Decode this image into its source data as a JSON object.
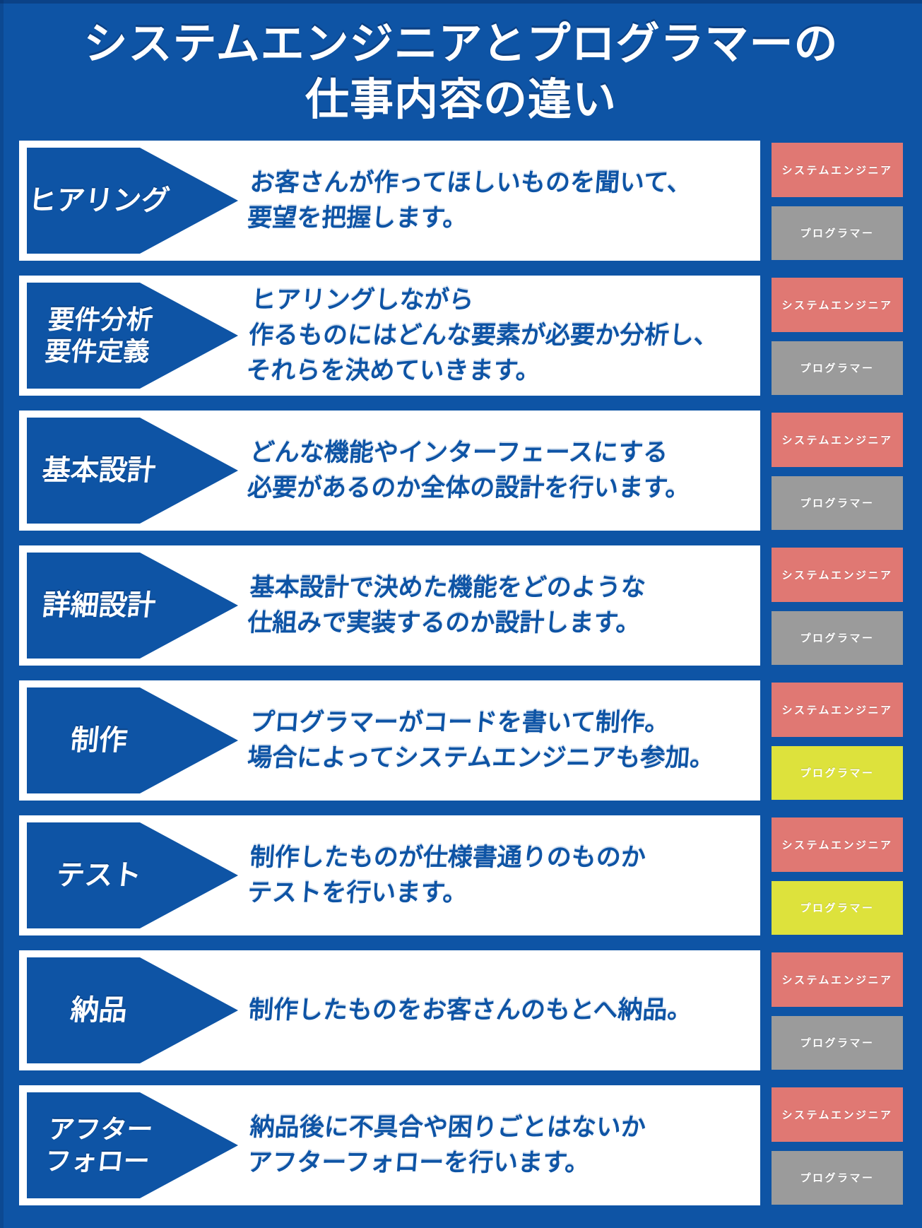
{
  "page": {
    "title_line1": "システムエンジニアとプログラマーの",
    "title_line2": "仕事内容の違い"
  },
  "colors": {
    "primary_blue": "#0e54a5",
    "card_white": "#ffffff",
    "se_active": "#e07873",
    "pg_active": "#dde23c",
    "inactive": "#9b9b9b"
  },
  "roles": {
    "se": "システムエンジニア",
    "pg": "プログラマー"
  },
  "rows": [
    {
      "stage_lines": [
        "ヒアリング"
      ],
      "description": [
        "お客さんが作ってほしいものを聞いて、",
        "要望を把握します。"
      ],
      "se_active": true,
      "pg_active": false
    },
    {
      "stage_lines": [
        "要件分析",
        "要件定義"
      ],
      "description": [
        "ヒアリングしながら",
        "作るものにはどんな要素が必要か分析し、",
        "それらを決めていきます。"
      ],
      "se_active": true,
      "pg_active": false
    },
    {
      "stage_lines": [
        "基本設計"
      ],
      "description": [
        "どんな機能やインターフェースにする",
        "必要があるのか全体の設計を行います。"
      ],
      "se_active": true,
      "pg_active": false
    },
    {
      "stage_lines": [
        "詳細設計"
      ],
      "description": [
        "基本設計で決めた機能をどのような",
        "仕組みで実装するのか設計します。"
      ],
      "se_active": true,
      "pg_active": false
    },
    {
      "stage_lines": [
        "制作"
      ],
      "description": [
        "プログラマーがコードを書いて制作。",
        "場合によってシステムエンジニアも参加。"
      ],
      "se_active": true,
      "pg_active": true
    },
    {
      "stage_lines": [
        "テスト"
      ],
      "description": [
        "制作したものが仕様書通りのものか",
        "テストを行います。"
      ],
      "se_active": true,
      "pg_active": true
    },
    {
      "stage_lines": [
        "納品"
      ],
      "description": [
        "制作したものをお客さんのもとへ納品。"
      ],
      "se_active": true,
      "pg_active": false
    },
    {
      "stage_lines": [
        "アフター",
        "フォロー"
      ],
      "description": [
        "納品後に不具合や困りごとはないか",
        "アフターフォローを行います。"
      ],
      "se_active": true,
      "pg_active": false
    }
  ]
}
